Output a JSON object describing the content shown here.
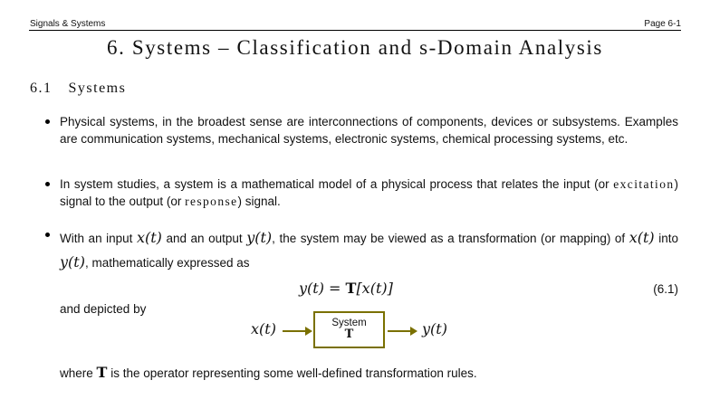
{
  "header": {
    "left": "Signals & Systems",
    "right": "Page 6-1"
  },
  "title": "6. Systems – Classification and s-Domain Analysis",
  "section": {
    "number": "6.1",
    "name": "Systems"
  },
  "bullets": {
    "b1": "Physical systems, in the broadest sense are interconnections of components, devices or subsystems. Examples are communication systems, mechanical systems, electronic systems, chemical processing systems, etc.",
    "b2": {
      "pre": "In system studies, a system is a mathematical model of a physical process that relates the input (or ",
      "term1": "excitation",
      "mid": ") signal to the output (or ",
      "term2": "response",
      "post": ") signal."
    },
    "b3": {
      "t1": "With an input ",
      "t2": " and an output ",
      "t3": ", the system may be viewed as a transformation (or mapping) of ",
      "t4": " into ",
      "t5": ", mathematically expressed as"
    }
  },
  "math": {
    "x_of_t": "x(t)",
    "y_of_t": "y(t)",
    "op": "T"
  },
  "equation": {
    "lhs": "y(t)",
    "eq": " = ",
    "op": "T",
    "rhs": "[x(t)]",
    "number": "(6.1)"
  },
  "depicted_label": "and depicted by",
  "diagram": {
    "input": "x(t)",
    "box_label": "System",
    "box_op": "T",
    "output": "y(t)"
  },
  "where": {
    "pre": "where ",
    "op": "T",
    "post": " is the operator representing some well-defined transformation rules."
  }
}
